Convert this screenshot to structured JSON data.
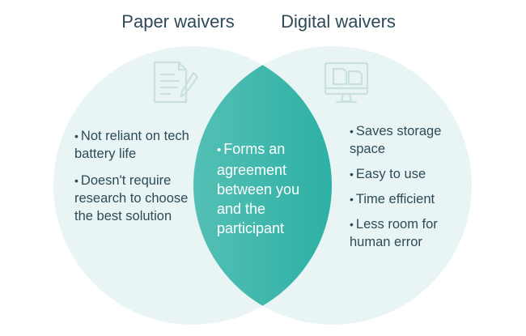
{
  "titles": {
    "left": "Paper waivers",
    "right": "Digital waivers"
  },
  "left": {
    "items": [
      "Not reliant on tech battery life",
      "Doesn't require research to choose the best solution"
    ]
  },
  "center": {
    "items": [
      "Forms an agreement between you and the participant"
    ]
  },
  "right": {
    "items": [
      "Saves storage space",
      "Easy to use",
      "Time efficient",
      "Less room for human error"
    ]
  },
  "bullet": "•",
  "icons": {
    "left": "paper-document-pen-icon",
    "right": "computer-monitor-documents-icon"
  },
  "colors": {
    "circle_fill": "#e8f5f4",
    "overlap_start": "#7ccfc6",
    "overlap_end": "#2db0a4",
    "icon_stroke": "#c9dfe0",
    "text": "#2e4a57",
    "overlap_text": "#ffffff"
  }
}
